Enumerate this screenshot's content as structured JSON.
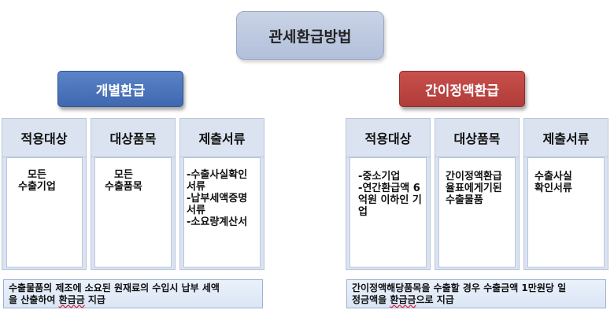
{
  "title": "관세환급방법",
  "left": {
    "category": "개별환급",
    "headers": [
      "적용대상",
      "대상품목",
      "제출서류"
    ],
    "cells": [
      [
        "모든",
        "수출기업"
      ],
      [
        "모든",
        "수출품목"
      ],
      [
        "-수출사실확인",
        "서류",
        "-납부세액증명",
        "서류",
        "-소요량계산서"
      ]
    ],
    "note_line1": "수출물품의 제조에 소요된 원재료의 수입시 납부 세액",
    "note_line2_a": "을 산출하여 ",
    "note_line2_b": "환급금",
    "note_line2_c": " 지급"
  },
  "right": {
    "category": "간이정액환급",
    "headers": [
      "적용대상",
      "대상품목",
      "제출서류"
    ],
    "cells": [
      [
        "-중소기업",
        "-연간환급액 6",
        "억원 이하인 기",
        "업"
      ],
      [
        "간이정액환급",
        "율표에게기된",
        "수출물품"
      ],
      [
        "수출사실",
        "확인서류"
      ]
    ],
    "note_line1": "간이정액해당품목을 수출할 경우 수출금액 1만원당 일",
    "note_line2_a": "정금액을 ",
    "note_line2_b": "환급금",
    "note_line2_c": "으로 지급"
  },
  "colors": {
    "blue": "#4a74bd",
    "red": "#bd4543",
    "title_bg": "#c0cbe1",
    "header_bg": "#dbe3f1"
  }
}
